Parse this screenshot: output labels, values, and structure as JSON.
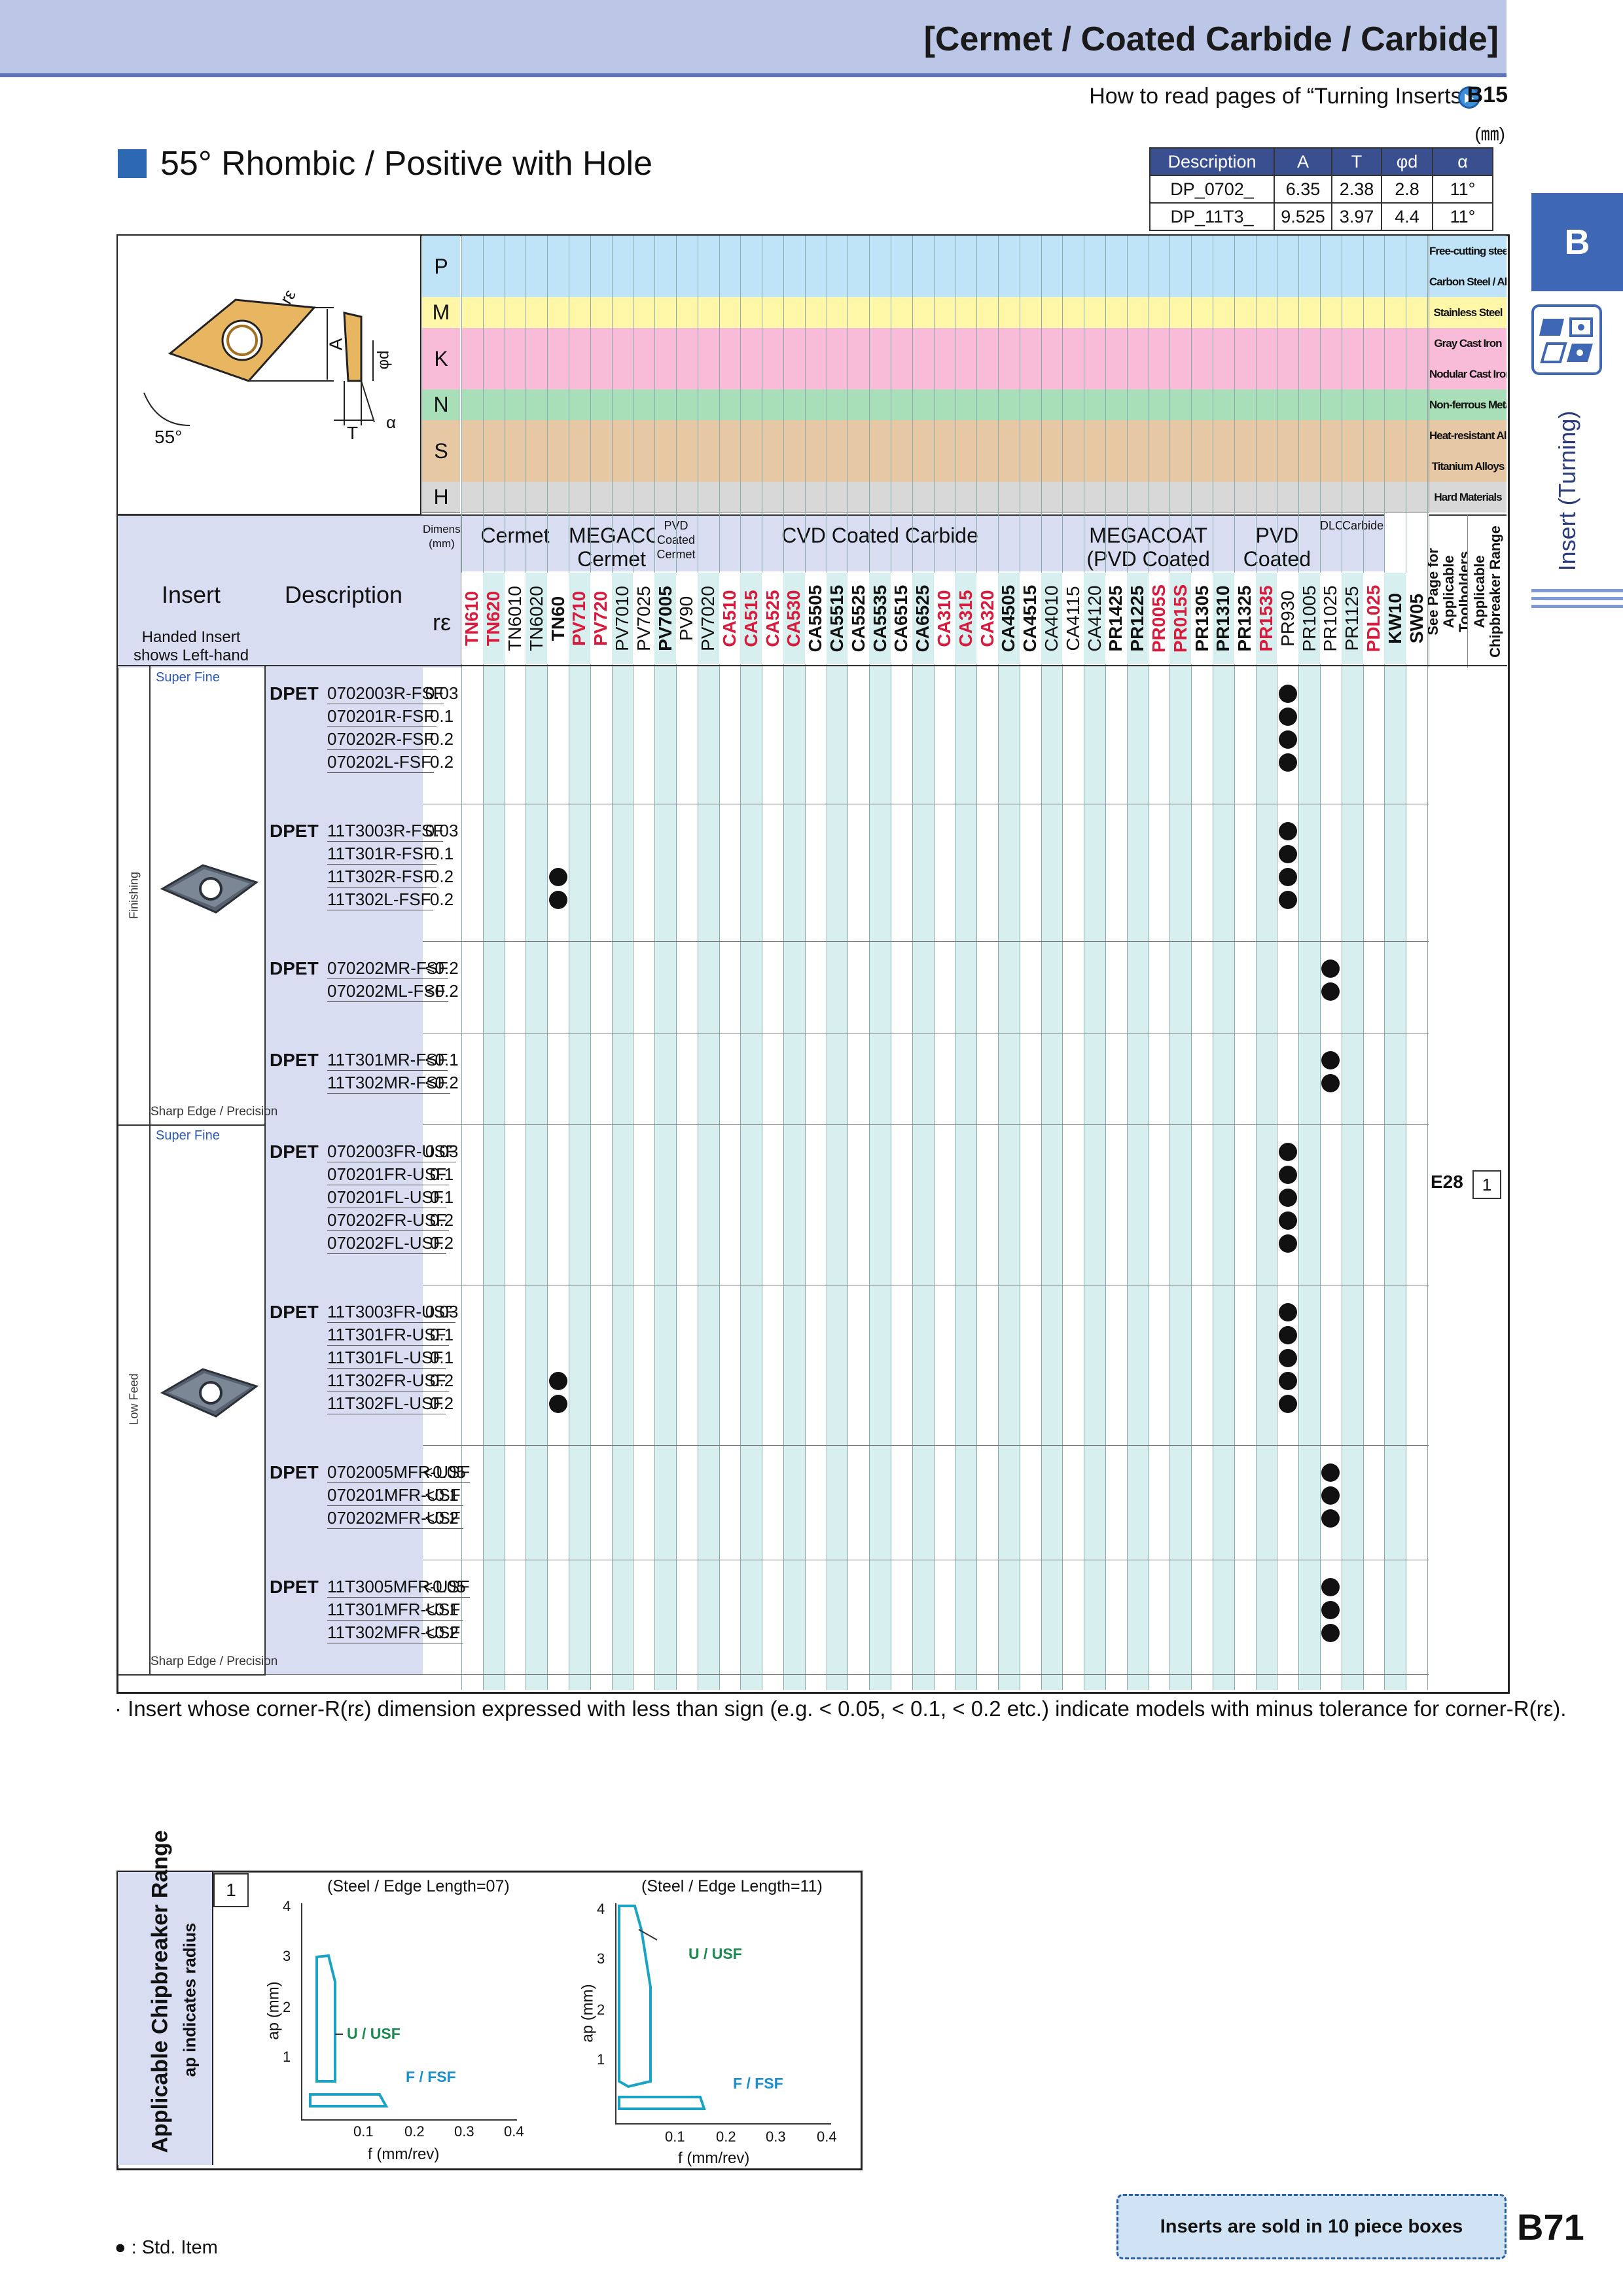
{
  "header": {
    "title": "[Cermet / Coated Carbide / Carbide]",
    "howto": "How to read pages of “Turning Inserts”",
    "howto_ref": "B15",
    "unit": "(㎜)"
  },
  "page": {
    "title": "55° Rhombic / Positive with Hole",
    "number": "B71"
  },
  "side": {
    "tab": "B",
    "label": "Insert (Turning)"
  },
  "dim_table": {
    "headers": [
      "Description",
      "A",
      "T",
      "φd",
      "α"
    ],
    "rows": [
      [
        "DP_0702_",
        "6.35",
        "2.38",
        "2.8",
        "11°"
      ],
      [
        "DP_11T3_",
        "9.525",
        "3.97",
        "4.4",
        "11°"
      ]
    ]
  },
  "diagram": {
    "angle": "55°",
    "re": "rε",
    "A": "A",
    "T": "T",
    "phid": "φd",
    "alpha": "α"
  },
  "materials": [
    {
      "letter": "P",
      "color": "#bfe4f8",
      "labels": [
        "Free-cutting steel",
        "Carbon Steel / Alloy Steel"
      ]
    },
    {
      "letter": "M",
      "color": "#fff7a8",
      "labels": [
        "Stainless Steel"
      ]
    },
    {
      "letter": "K",
      "color": "#f8bcd8",
      "labels": [
        "Gray Cast Iron",
        "Nodular Cast Iron"
      ]
    },
    {
      "letter": "N",
      "color": "#a8dfb8",
      "labels": [
        "Non-ferrous Metals"
      ]
    },
    {
      "letter": "S",
      "color": "#e6c8a4",
      "labels": [
        "Heat-resistant Alloys",
        "Titanium Alloys"
      ]
    },
    {
      "letter": "H",
      "color": "#d8d8d8",
      "labels": [
        "Hard Materials"
      ]
    }
  ],
  "table_head": {
    "insert": "Insert",
    "handed": "Handed Insert shows Left-hand",
    "description": "Description",
    "dimension": "Dimension (mm)",
    "re": "rε",
    "see_page": "See Page for Applicable Toolholders",
    "chipbreaker": "Applicable Chipbreaker Range"
  },
  "groups": [
    {
      "label": "Cermet",
      "span": 5
    },
    {
      "label": "MEGACOAT Cermet",
      "span": 4
    },
    {
      "label": "PVD Coated Cermet",
      "span": 2
    },
    {
      "label": "CVD Coated Carbide",
      "span": 17
    },
    {
      "label": "MEGACOAT (PVD Coated Carbide)",
      "span": 8
    },
    {
      "label": "PVD Coated Carbide",
      "span": 4
    },
    {
      "label": "DLC",
      "span": 1
    },
    {
      "label": "Carbide",
      "span": 2
    }
  ],
  "grades": [
    {
      "n": "TN610",
      "c": "#d81b3c",
      "b": 1
    },
    {
      "n": "TN620",
      "c": "#d81b3c",
      "b": 1
    },
    {
      "n": "TN6010",
      "c": "#111",
      "b": 0
    },
    {
      "n": "TN6020",
      "c": "#111",
      "b": 0
    },
    {
      "n": "TN60",
      "c": "#111",
      "b": 1
    },
    {
      "n": "PV710",
      "c": "#d81b3c",
      "b": 1
    },
    {
      "n": "PV720",
      "c": "#d81b3c",
      "b": 1
    },
    {
      "n": "PV7010",
      "c": "#111",
      "b": 0
    },
    {
      "n": "PV7025",
      "c": "#111",
      "b": 0
    },
    {
      "n": "PV7005",
      "c": "#111",
      "b": 1
    },
    {
      "n": "PV90",
      "c": "#111",
      "b": 0
    },
    {
      "n": "PV7020",
      "c": "#111",
      "b": 0
    },
    {
      "n": "CA510",
      "c": "#d81b3c",
      "b": 1
    },
    {
      "n": "CA515",
      "c": "#d81b3c",
      "b": 1
    },
    {
      "n": "CA525",
      "c": "#d81b3c",
      "b": 1
    },
    {
      "n": "CA530",
      "c": "#d81b3c",
      "b": 1
    },
    {
      "n": "CA5505",
      "c": "#111",
      "b": 1
    },
    {
      "n": "CA5515",
      "c": "#111",
      "b": 1
    },
    {
      "n": "CA5525",
      "c": "#111",
      "b": 1
    },
    {
      "n": "CA5535",
      "c": "#111",
      "b": 1
    },
    {
      "n": "CA6515",
      "c": "#111",
      "b": 1
    },
    {
      "n": "CA6525",
      "c": "#111",
      "b": 1
    },
    {
      "n": "CA310",
      "c": "#d81b3c",
      "b": 1
    },
    {
      "n": "CA315",
      "c": "#d81b3c",
      "b": 1
    },
    {
      "n": "CA320",
      "c": "#d81b3c",
      "b": 1
    },
    {
      "n": "CA4505",
      "c": "#111",
      "b": 1
    },
    {
      "n": "CA4515",
      "c": "#111",
      "b": 1
    },
    {
      "n": "CA4010",
      "c": "#111",
      "b": 0
    },
    {
      "n": "CA4115",
      "c": "#111",
      "b": 0
    },
    {
      "n": "CA4120",
      "c": "#111",
      "b": 0
    },
    {
      "n": "PR1425",
      "c": "#111",
      "b": 1
    },
    {
      "n": "PR1225",
      "c": "#111",
      "b": 1
    },
    {
      "n": "PR005S",
      "c": "#d81b3c",
      "b": 1
    },
    {
      "n": "PR015S",
      "c": "#d81b3c",
      "b": 1
    },
    {
      "n": "PR1305",
      "c": "#111",
      "b": 1
    },
    {
      "n": "PR1310",
      "c": "#111",
      "b": 1
    },
    {
      "n": "PR1325",
      "c": "#111",
      "b": 1
    },
    {
      "n": "PR1535",
      "c": "#d81b3c",
      "b": 1
    },
    {
      "n": "PR930",
      "c": "#111",
      "b": 0
    },
    {
      "n": "PR1005",
      "c": "#111",
      "b": 0
    },
    {
      "n": "PR1025",
      "c": "#111",
      "b": 0
    },
    {
      "n": "PR1125",
      "c": "#111",
      "b": 0
    },
    {
      "n": "PDL025",
      "c": "#d81b3c",
      "b": 1
    },
    {
      "n": "KW10",
      "c": "#111",
      "b": 1
    },
    {
      "n": "SW05",
      "c": "#111",
      "b": 1
    }
  ],
  "sections": [
    {
      "label": "Finishing",
      "top_tag": "Super Fine",
      "bottom_tag": "Sharp Edge / Precision",
      "blocks": [
        {
          "pre": "DPET",
          "rows": [
            {
              "code": "0702003R-FSF",
              "re": "0.03",
              "dots": [
                38
              ]
            },
            {
              "code": "070201R-FSF",
              "re": "0.1",
              "dots": [
                38
              ]
            },
            {
              "code": "070202R-FSF",
              "re": "0.2",
              "dots": [
                38
              ]
            },
            {
              "code": "070202L-FSF",
              "re": "0.2",
              "dots": [
                38
              ]
            }
          ]
        },
        {
          "pre": "DPET",
          "rows": [
            {
              "code": "11T3003R-FSF",
              "re": "0.03",
              "dots": [
                38
              ]
            },
            {
              "code": "11T301R-FSF",
              "re": "0.1",
              "dots": [
                38
              ]
            },
            {
              "code": "11T302R-FSF",
              "re": "0.2",
              "dots": [
                4,
                38
              ]
            },
            {
              "code": "11T302L-FSF",
              "re": "0.2",
              "dots": [
                4,
                38
              ]
            }
          ]
        },
        {
          "pre": "DPET",
          "rows": [
            {
              "code": "070202MR-FSF",
              "re": "<0.2",
              "dots": [
                40
              ]
            },
            {
              "code": "070202ML-FSF",
              "re": "<0.2",
              "dots": [
                40
              ]
            }
          ]
        },
        {
          "pre": "DPET",
          "rows": [
            {
              "code": "11T301MR-FSF",
              "re": "<0.1",
              "dots": [
                40
              ]
            },
            {
              "code": "11T302MR-FSF",
              "re": "<0.2",
              "dots": [
                40
              ]
            }
          ]
        }
      ]
    },
    {
      "label": "Low Feed",
      "top_tag": "Super Fine",
      "bottom_tag": "Sharp Edge / Precision",
      "blocks": [
        {
          "pre": "DPET",
          "rows": [
            {
              "code": "0702003FR-USF",
              "re": "0.03",
              "dots": [
                38
              ]
            },
            {
              "code": "070201FR-USF",
              "re": "0.1",
              "dots": [
                38
              ]
            },
            {
              "code": "070201FL-USF",
              "re": "0.1",
              "dots": [
                38
              ]
            },
            {
              "code": "070202FR-USF",
              "re": "0.2",
              "dots": [
                38
              ]
            },
            {
              "code": "070202FL-USF",
              "re": "0.2",
              "dots": [
                38
              ]
            }
          ]
        },
        {
          "pre": "DPET",
          "rows": [
            {
              "code": "11T3003FR-USF",
              "re": "0.03",
              "dots": [
                38
              ]
            },
            {
              "code": "11T301FR-USF",
              "re": "0.1",
              "dots": [
                38
              ]
            },
            {
              "code": "11T301FL-USF",
              "re": "0.1",
              "dots": [
                38
              ]
            },
            {
              "code": "11T302FR-USF",
              "re": "0.2",
              "dots": [
                4,
                38
              ]
            },
            {
              "code": "11T302FL-USF",
              "re": "0.2",
              "dots": [
                4,
                38
              ]
            }
          ]
        },
        {
          "pre": "DPET",
          "rows": [
            {
              "code": "0702005MFR-USF",
              "re": "<0.05",
              "dots": [
                40
              ]
            },
            {
              "code": "070201MFR-USF",
              "re": "<0.1",
              "dots": [
                40
              ]
            },
            {
              "code": "070202MFR-USF",
              "re": "<0.2",
              "dots": [
                40
              ]
            }
          ]
        },
        {
          "pre": "DPET",
          "rows": [
            {
              "code": "11T3005MFR-USF",
              "re": "<0.05",
              "dots": [
                40
              ]
            },
            {
              "code": "11T301MFR-USF",
              "re": "<0.1",
              "dots": [
                40
              ]
            },
            {
              "code": "11T302MFR-USF",
              "re": "<0.2",
              "dots": [
                40
              ]
            }
          ]
        }
      ]
    }
  ],
  "e28": {
    "page": "E28",
    "range": "1"
  },
  "notes": "· Insert whose corner-R(rε) dimension expressed with less than sign (e.g. < 0.05, < 0.1, < 0.2 etc.) indicate models with minus tolerance for corner-R(rε).",
  "chipbreaker": {
    "title": "Applicable Chipbreaker Range",
    "subtitle": "ap indicates radius",
    "range_no": "1",
    "charts": [
      {
        "title": "(Steel / Edge Length=07)",
        "xlabel": "f (mm/rev)",
        "ylabel": "ap (mm)",
        "xticks": [
          "0.1",
          "0.2",
          "0.3",
          "0.4"
        ],
        "yticks": [
          "1",
          "2",
          "3",
          "4"
        ],
        "regions": [
          {
            "name": "U / USF"
          },
          {
            "name": "F / FSF"
          }
        ]
      },
      {
        "title": "(Steel / Edge Length=11)",
        "xlabel": "f (mm/rev)",
        "ylabel": "ap (mm)",
        "xticks": [
          "0.1",
          "0.2",
          "0.3",
          "0.4"
        ],
        "yticks": [
          "1",
          "2",
          "3",
          "4"
        ],
        "regions": [
          {
            "name": "U / USF"
          },
          {
            "name": "F / FSF"
          }
        ]
      }
    ]
  },
  "footer": {
    "box": "Inserts are sold in 10 piece boxes",
    "std": "● : Std. Item"
  }
}
